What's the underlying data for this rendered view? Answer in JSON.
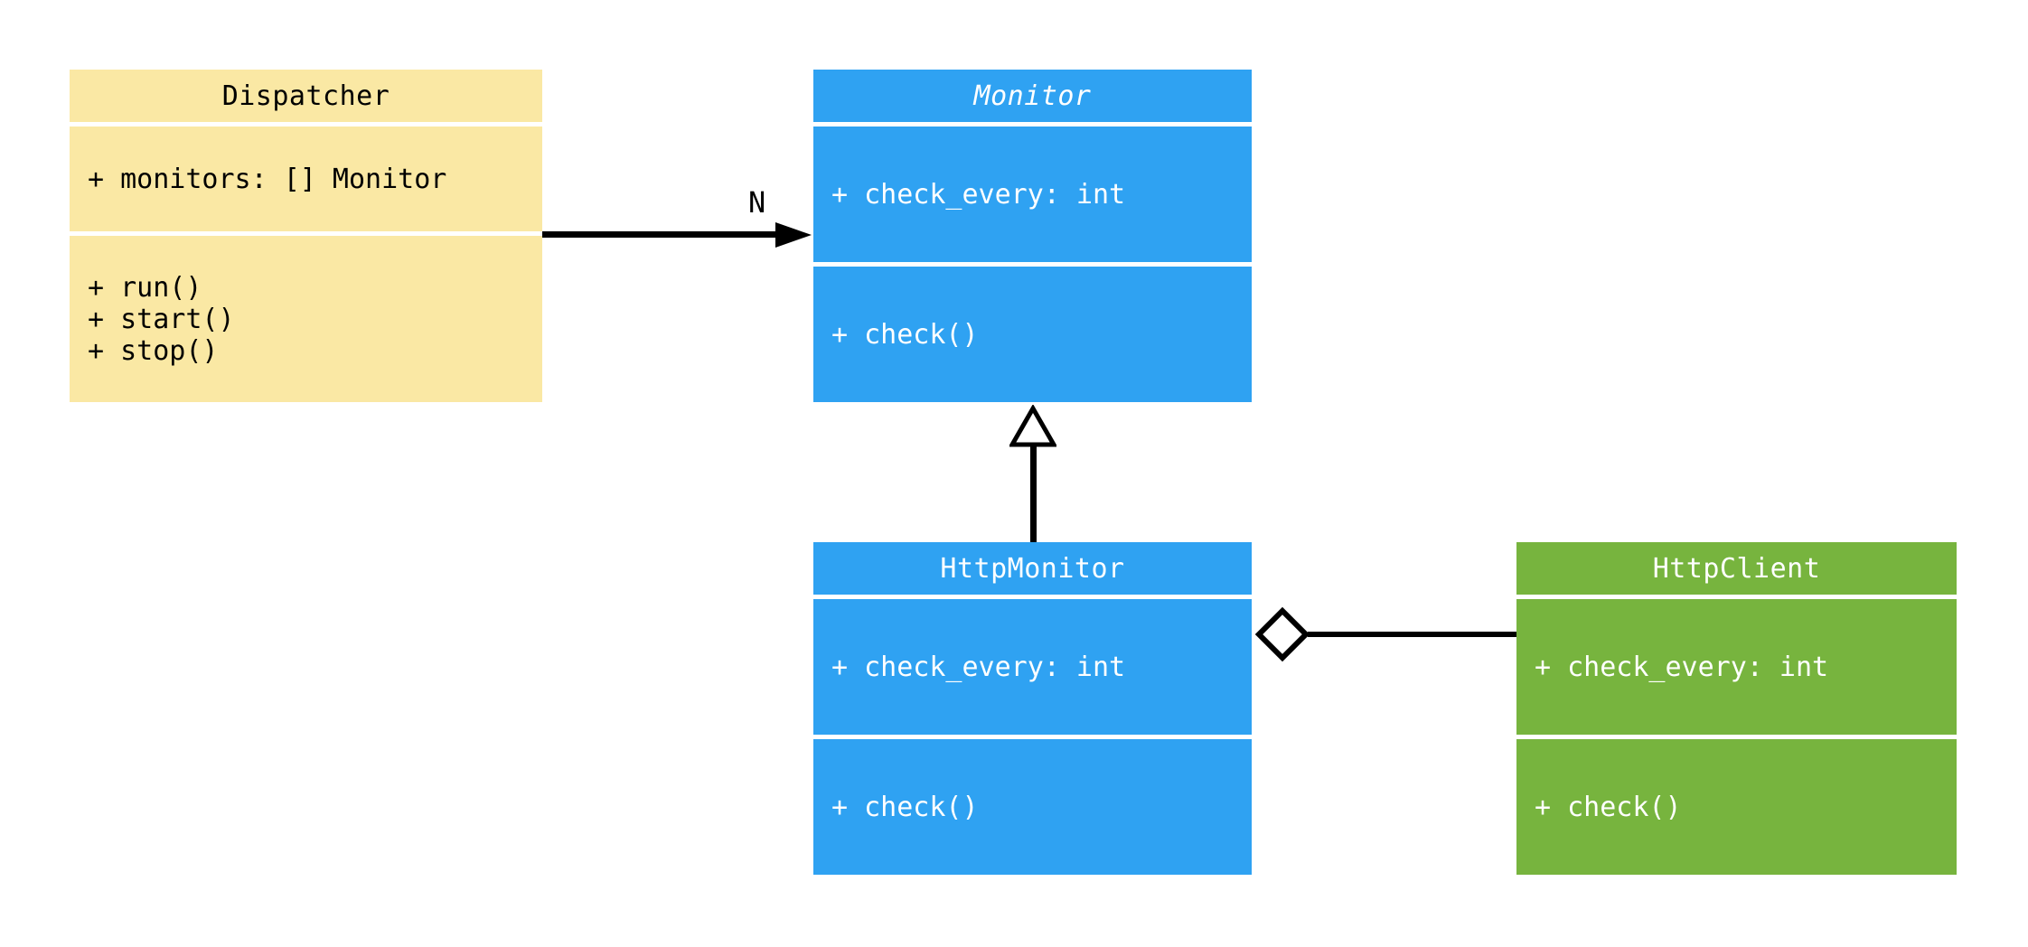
{
  "diagram": {
    "type": "uml-class-diagram",
    "canvas_background": "#ffffff",
    "classes": [
      {
        "id": "dispatcher",
        "title": "Dispatcher",
        "abstract": false,
        "attributes": [
          "+ monitors: [] Monitor"
        ],
        "methods": [
          "+ run()",
          "+ start()",
          "+ stop()"
        ],
        "fill": "#FAE8A4",
        "text_color": "#000000"
      },
      {
        "id": "monitor",
        "title": "Monitor",
        "abstract": true,
        "attributes": [
          "+ check_every: int"
        ],
        "methods": [
          "+ check()"
        ],
        "fill": "#2FA2F2",
        "text_color": "#FFFFFF"
      },
      {
        "id": "http-monitor",
        "title": "HttpMonitor",
        "abstract": false,
        "attributes": [
          "+ check_every: int"
        ],
        "methods": [
          "+ check()"
        ],
        "fill": "#2FA2F2",
        "text_color": "#FFFFFF"
      },
      {
        "id": "http-client",
        "title": "HttpClient",
        "abstract": false,
        "attributes": [
          "+ check_every: int"
        ],
        "methods": [
          "+ check()"
        ],
        "fill": "#77B43E",
        "text_color": "#FFFFFF"
      }
    ],
    "relationships": [
      {
        "type": "association",
        "from": "dispatcher",
        "to": "monitor",
        "label": "N",
        "marker": "filled-arrowhead"
      },
      {
        "type": "inheritance",
        "from": "http-monitor",
        "to": "monitor",
        "label": "",
        "marker": "hollow-triangle"
      },
      {
        "type": "aggregation",
        "from": "http-monitor",
        "to": "http-client",
        "label": "",
        "marker": "hollow-diamond"
      }
    ],
    "line_color": "#000000"
  }
}
